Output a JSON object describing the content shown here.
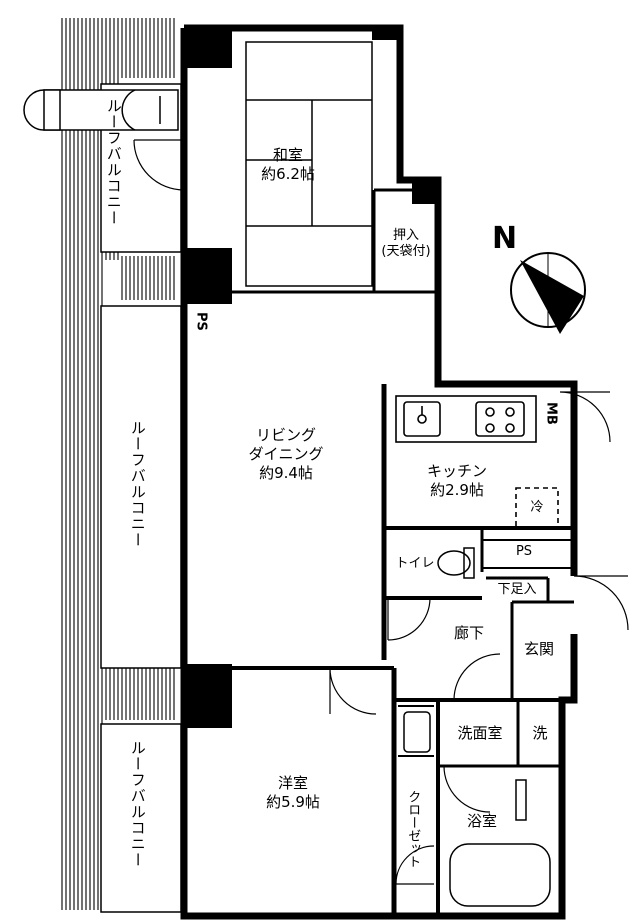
{
  "rooms": {
    "washitsu": {
      "name": "和室",
      "size": "約6.2帖"
    },
    "oshiire": {
      "name": "押入",
      "sub": "(天袋付)"
    },
    "living": {
      "line1": "リビング",
      "line2": "ダイニング",
      "size": "約9.4帖"
    },
    "kitchen": {
      "name": "キッチン",
      "size": "約2.9帖"
    },
    "toilet": {
      "name": "トイレ"
    },
    "rouka": {
      "name": "廊下"
    },
    "genkan": {
      "name": "玄関"
    },
    "getabako": {
      "name": "下足入"
    },
    "senmen": {
      "name": "洗面室"
    },
    "sen": {
      "name": "洗"
    },
    "yoku": {
      "name": "浴室"
    },
    "yoshitsu": {
      "name": "洋室",
      "size": "約5.9帖"
    },
    "closet": {
      "name": "クローゼット"
    }
  },
  "marks": {
    "ps_upper": "PS",
    "ps_lower": "PS",
    "mb": "MB",
    "fridge": "冷"
  },
  "balconies": {
    "top": "ルーフバルコニー",
    "middle": "ルーフバルコニー",
    "bottom": "ルーフバルコニー"
  },
  "compass": {
    "label": "N"
  }
}
